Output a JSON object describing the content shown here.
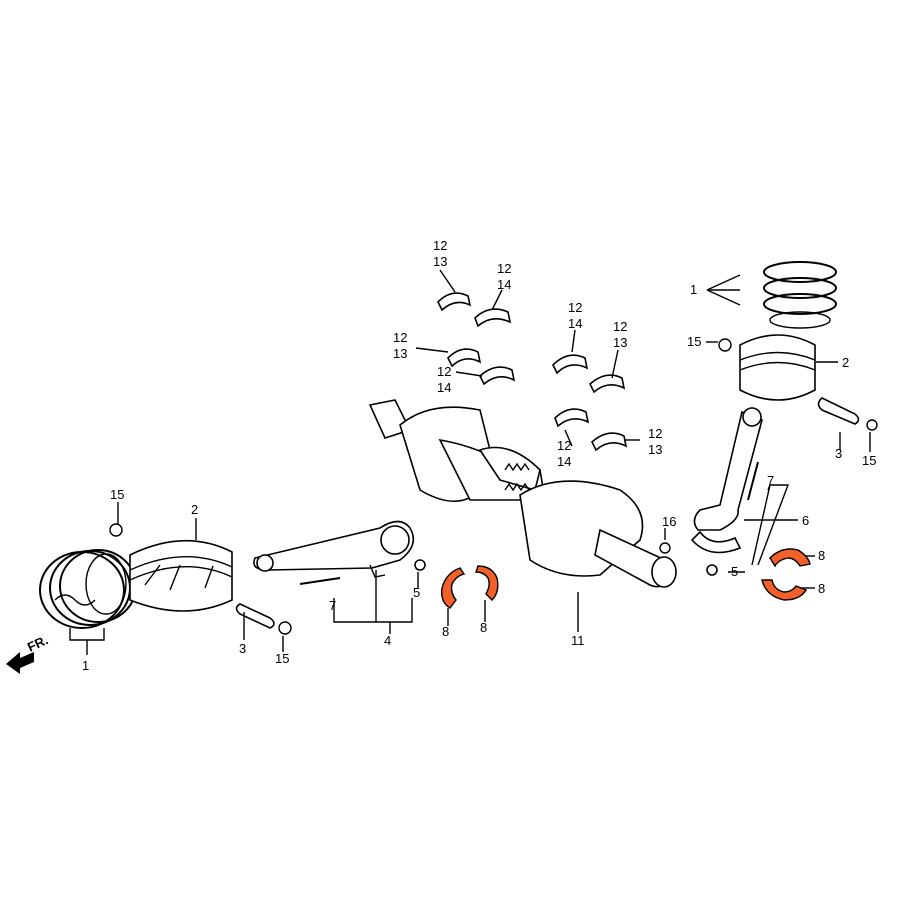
{
  "diagram": {
    "front_marker": "FR.",
    "highlight_color": "#f4602a",
    "callouts": {
      "left_rings": "1",
      "left_piston": "2",
      "left_pin": "3",
      "left_rod": "4",
      "left_nut": "5",
      "left_bolt": "7",
      "left_bearing_a": "8",
      "left_bearing_b": "8",
      "crankshaft": "11",
      "left_clip_top": "15",
      "left_clip_bottom": "15",
      "main_a_12": "12",
      "main_a_13": "13",
      "main_b_12": "12",
      "main_b_14": "14",
      "main_c_12": "12",
      "main_c_13": "13",
      "main_d_12": "12",
      "main_d_14": "14",
      "main_e_12": "12",
      "main_e_14": "14",
      "main_f_12": "12",
      "main_f_13": "13",
      "main_g_12": "12",
      "main_g_14": "14",
      "main_h_12": "12",
      "main_h_13": "13",
      "right_rings": "1",
      "right_piston": "2",
      "right_clip_a": "15",
      "right_pin": "3",
      "right_clip_b": "15",
      "dowel": "16",
      "right_bolt": "7",
      "right_rod": "6",
      "right_nut": "5",
      "right_bearing_a": "8",
      "right_bearing_b": "8"
    }
  }
}
